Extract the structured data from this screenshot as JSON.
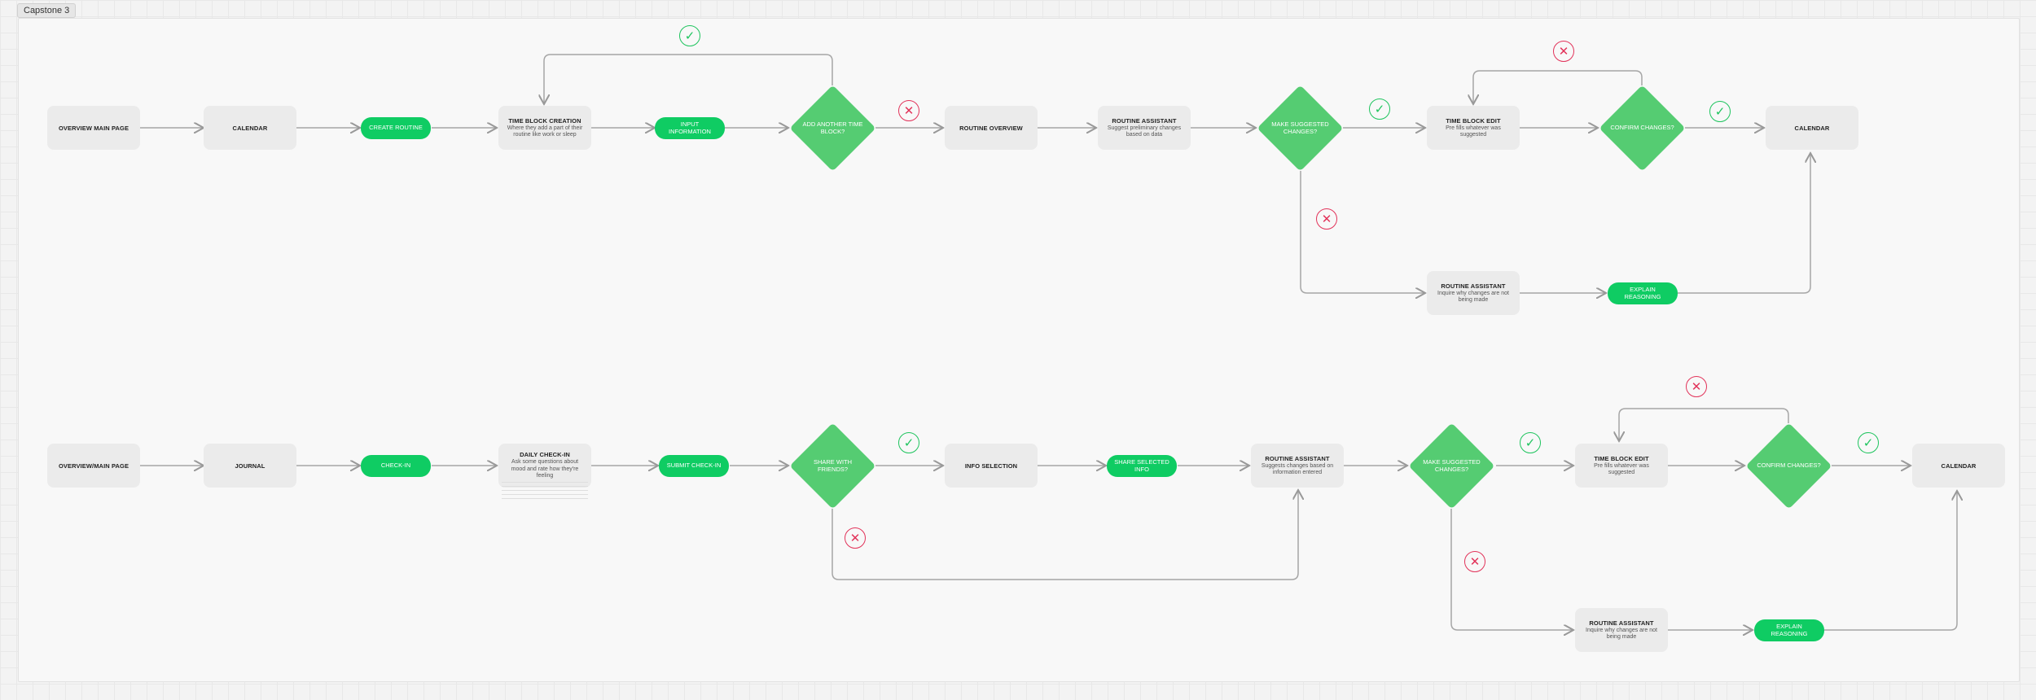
{
  "frame": {
    "title": "Capstone 3"
  },
  "flow1": {
    "overview": {
      "title": "OVERVIEW MAIN PAGE"
    },
    "calendar": {
      "title": "CALENDAR"
    },
    "create_routine": {
      "label": "CREATE ROUTINE"
    },
    "time_block_creation": {
      "title": "TIME BLOCK CREATION",
      "desc": "Where they add a part of their routine like work or sleep"
    },
    "input_information": {
      "label": "INPUT INFORMATION"
    },
    "add_another": {
      "label": "ADD ANOTHER TIME BLOCK?"
    },
    "routine_overview": {
      "title": "ROUTINE OVERVIEW"
    },
    "routine_assistant": {
      "title": "ROUTINE ASSISTANT",
      "desc": "Suggest preliminary changes based on data"
    },
    "make_changes": {
      "label": "MAKE SUGGESTED CHANGES?"
    },
    "time_block_edit": {
      "title": "TIME BLOCK EDIT",
      "desc": "Pre fills whatever was suggested"
    },
    "confirm_changes": {
      "label": "CONFIRM CHANGES?"
    },
    "calendar_end": {
      "title": "CALENDAR"
    },
    "assistant_inquire": {
      "title": "ROUTINE ASSISTANT",
      "desc": "Inquire why changes are not being made"
    },
    "explain_reasoning": {
      "label": "EXPLAIN REASONING"
    }
  },
  "flow2": {
    "overview": {
      "title": "OVERVIEW/MAIN PAGE"
    },
    "journal": {
      "title": "JOURNAL"
    },
    "check_in": {
      "label": "CHECK-IN"
    },
    "daily_check_in": {
      "title": "DAILY CHECK-IN",
      "desc": "Ask some questions about mood and rate how they're feeling"
    },
    "submit_check_in": {
      "label": "SUBMIT CHECK-IN"
    },
    "share_friends": {
      "label": "SHARE WITH FRIENDS?"
    },
    "info_selection": {
      "title": "INFO SELECTION"
    },
    "share_selected": {
      "label": "SHARE SELECTED INFO"
    },
    "routine_assistant": {
      "title": "ROUTINE ASSISTANT",
      "desc": "Suggests changes based on information entered"
    },
    "make_changes": {
      "label": "MAKE SUGGESTED CHANGES?"
    },
    "time_block_edit": {
      "title": "TIME BLOCK EDIT",
      "desc": "Pre fills whatever was suggested"
    },
    "confirm_changes": {
      "label": "CONFIRM CHANGES?"
    },
    "calendar_end": {
      "title": "CALENDAR"
    },
    "assistant_inquire": {
      "title": "ROUTINE ASSISTANT",
      "desc": "Inquire why changes are not being made"
    },
    "explain_reasoning": {
      "label": "EXPLAIN REASONING"
    }
  },
  "icons": {
    "yes": "check-icon",
    "no": "cross-icon"
  },
  "colors": {
    "action": "#0fcc63",
    "decision": "#55cc72",
    "yes": "#1fc45e",
    "no": "#e2335a",
    "step": "#ebebeb"
  }
}
